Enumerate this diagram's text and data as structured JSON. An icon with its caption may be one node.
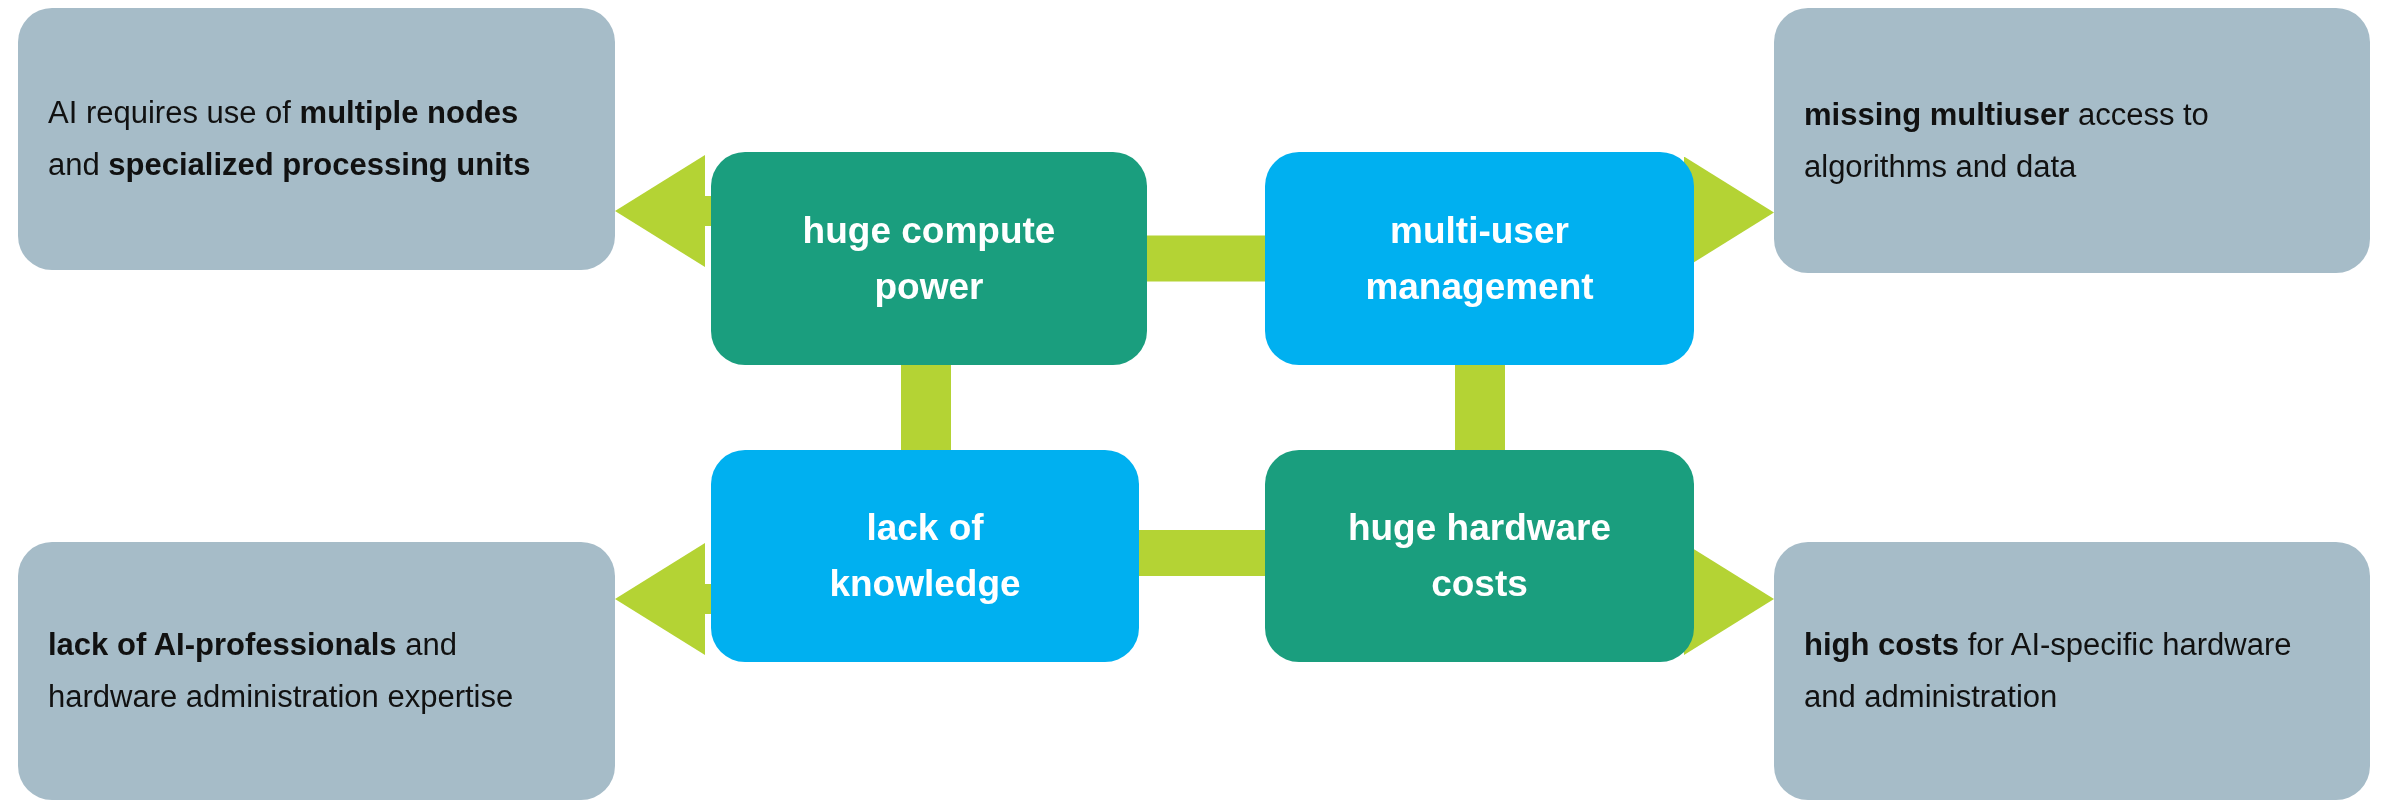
{
  "diagram": {
    "nodes": [
      {
        "text": [
          "AI requires use of **multiple nodes** and **specialized processing units**"
        ]
      },
      {
        "text": [
          "huge compute power"
        ]
      },
      {
        "text": [
          "multi-user management"
        ]
      },
      {
        "text": [
          "**missing multiuser** access to algorithms and data"
        ]
      },
      {
        "text": [
          "**lack of AI-professionals** and hardware administration expertise"
        ]
      },
      {
        "text": [
          "lack of knowledge"
        ]
      },
      {
        "text": [
          "huge hardware costs"
        ]
      },
      {
        "text": [
          "**high costs** for AI-specific hardware and administration"
        ]
      }
    ],
    "edges": [
      {
        "from": 1,
        "to": 2,
        "arrow": "none"
      },
      {
        "from": 1,
        "to": 5,
        "arrow": "none"
      },
      {
        "from": 2,
        "to": 6,
        "arrow": "none"
      },
      {
        "from": 5,
        "to": 6,
        "arrow": "none"
      },
      {
        "from": 1,
        "to": 0,
        "arrow": "to"
      },
      {
        "from": 2,
        "to": 3,
        "arrow": "to"
      },
      {
        "from": 5,
        "to": 4,
        "arrow": "to"
      },
      {
        "from": 6,
        "to": 7,
        "arrow": "to"
      }
    ]
  }
}
